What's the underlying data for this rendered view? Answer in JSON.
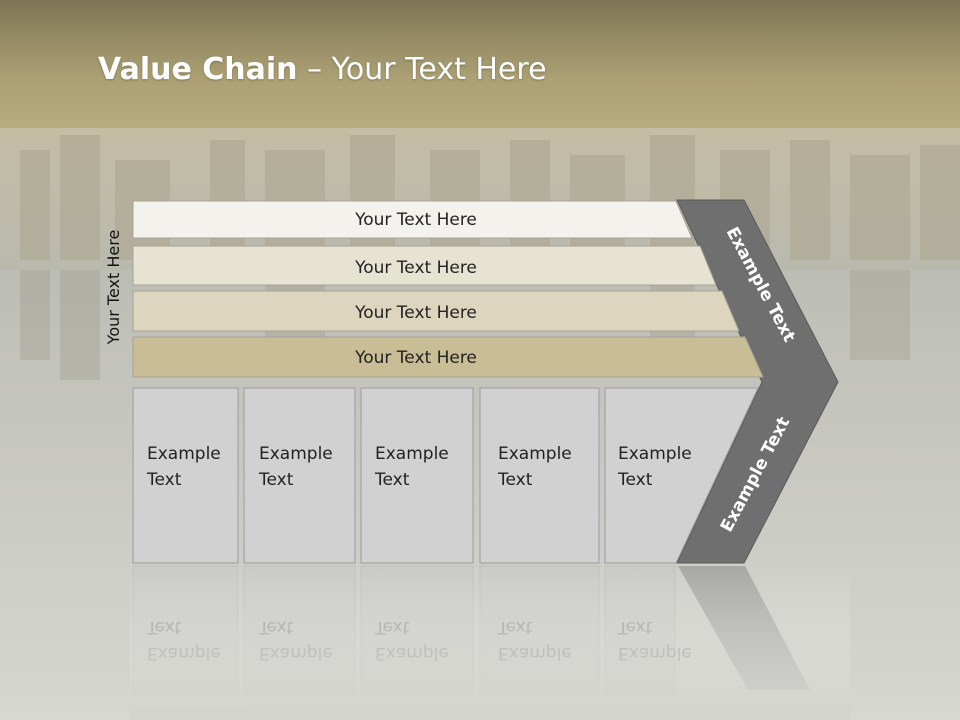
{
  "slide": {
    "title_bold": "Value Chain",
    "title_rest": " – Your Text Here",
    "side_label": "Your Text Here"
  },
  "bands": [
    {
      "label": "Your Text Here",
      "fill": "#f4f2ec"
    },
    {
      "label": "Your Text Here",
      "fill": "#e7e3d3"
    },
    {
      "label": "Your Text Here",
      "fill": "#ddd5bd"
    },
    {
      "label": "Your Text Here",
      "fill": "#c9bd95"
    }
  ],
  "boxes": [
    {
      "line1": "Example",
      "line2": "Text"
    },
    {
      "line1": "Example",
      "line2": "Text"
    },
    {
      "line1": "Example",
      "line2": "Text"
    },
    {
      "line1": "Example",
      "line2": "Text"
    },
    {
      "line1": "Example",
      "line2": "Text"
    }
  ],
  "arrow": {
    "upper_label": "Example Text",
    "lower_label": "Example Text",
    "fill": "#6f6f6f"
  },
  "colors": {
    "header": "#a99d72",
    "box_fill": "#d1d1d1",
    "background": "#cfd0c8"
  }
}
